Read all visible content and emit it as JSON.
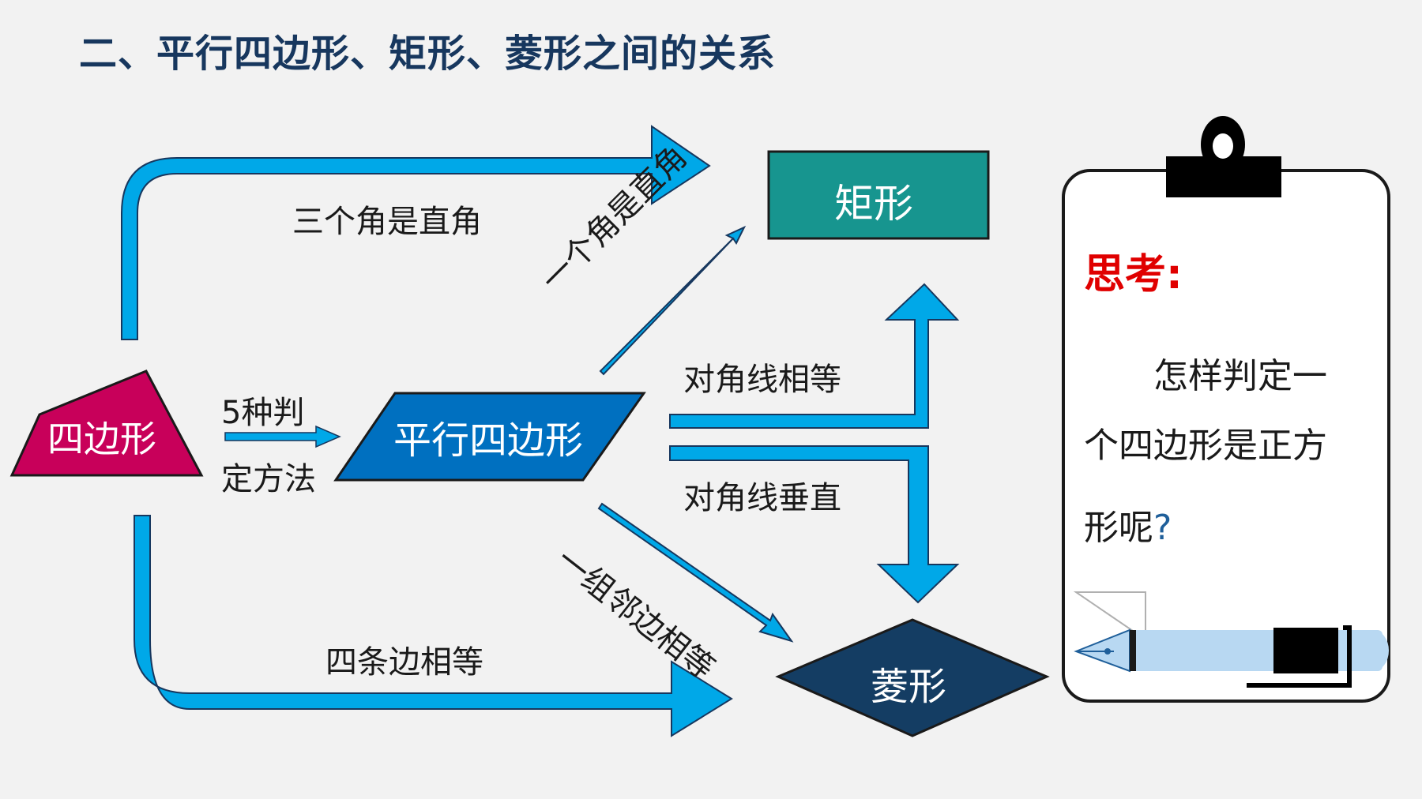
{
  "title": "二、平行四边形、矩形、菱形之间的关系",
  "nodes": {
    "quadrilateral": "四边形",
    "parallelogram": "平行四边形",
    "rectangle": "矩形",
    "rhombus": "菱形"
  },
  "labels": {
    "three_right_angles": "三个角是直角",
    "one_right_angle": "一个角是直角",
    "diagonals_equal": "对角线相等",
    "diagonals_perpendicular": "对角线垂直",
    "adjacent_sides_equal": "一组邻边相等",
    "four_sides_equal": "四条边相等",
    "five_methods_line1": "5种判",
    "five_methods_line2": "定方法"
  },
  "think_card": {
    "heading": "思考:",
    "line1": "怎样判定一",
    "line2": "个四边形是正方",
    "line3": "形呢",
    "question_mark": "?"
  },
  "colors": {
    "arrow": "#00a8e8",
    "quadrilateral": "#c8005a",
    "parallelogram": "#0070c0",
    "rectangle": "#17958f",
    "rhombus": "#143d63",
    "title": "#17375e",
    "think_heading": "#e00000"
  },
  "icons": [
    "clipboard-icon",
    "fountain-pen-icon"
  ]
}
